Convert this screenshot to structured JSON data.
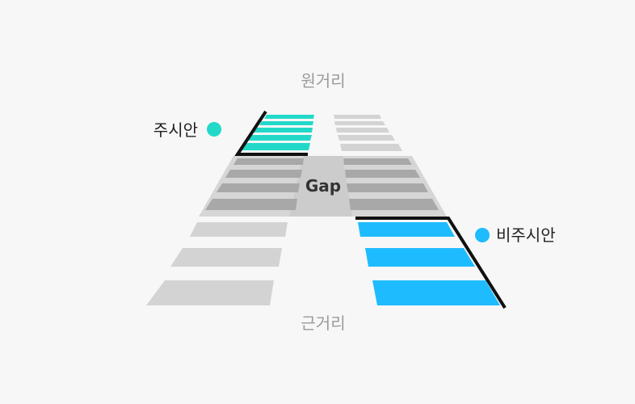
{
  "diagram": {
    "far_label": "원거리",
    "near_label": "근거리",
    "gap_label": "Gap",
    "gaze_eye_label": "주시안",
    "nongaze_eye_label": "비주시안"
  },
  "colors": {
    "background": "#f7f7f7",
    "bar_gray": "#d3d3d3",
    "bar_gray_dark": "#a8a8a8",
    "gap_area": "#cccccc",
    "gaze_eye": "#22d9c9",
    "nongaze_eye": "#1ebcff",
    "outline": "#111111"
  }
}
